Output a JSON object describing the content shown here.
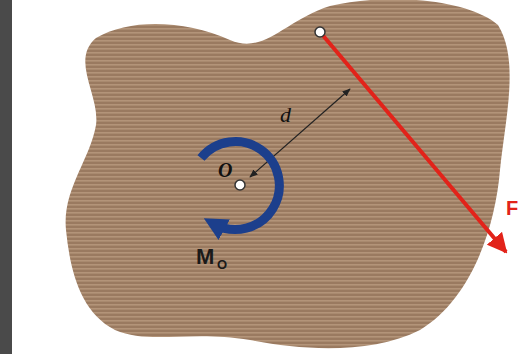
{
  "diagram": {
    "labels": [
      "d",
      "O",
      "M",
      "O",
      "F"
    ]
  }
}
